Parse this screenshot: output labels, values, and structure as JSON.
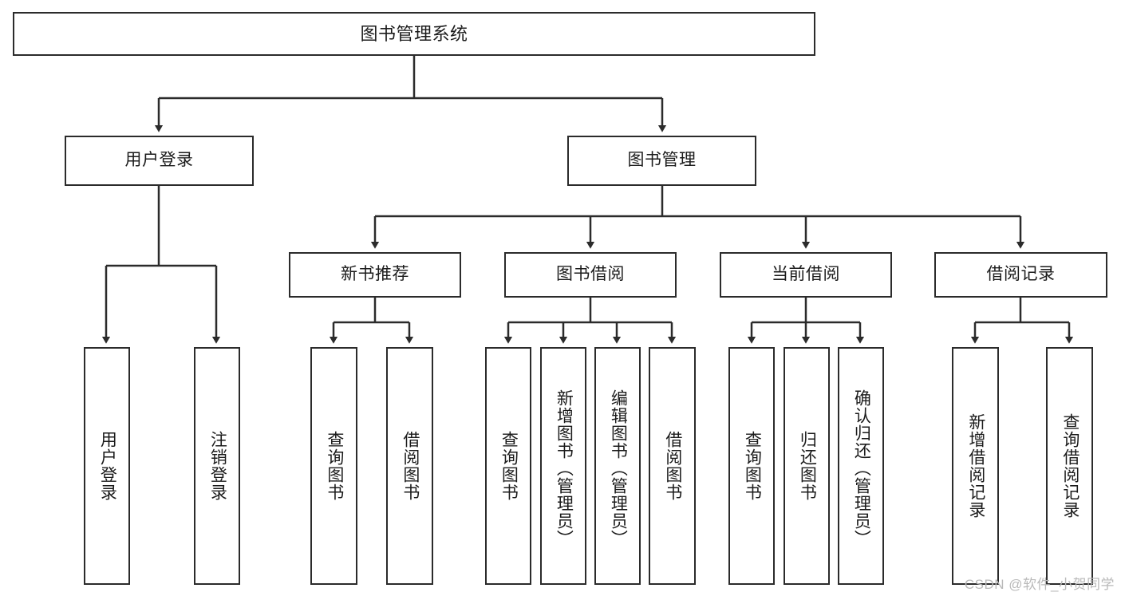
{
  "diagram": {
    "title": "图书管理系统",
    "type": "hierarchy-tree",
    "watermark": "CSDN @软件_小贺同学",
    "colors": {
      "stroke": "#2b2b2b",
      "fill": "#ffffff",
      "text": "#1b1b1b",
      "watermark": "#b9b9b9"
    },
    "nodes": {
      "root": {
        "label": "图书管理系统"
      },
      "level1": [
        {
          "label": "用户登录"
        },
        {
          "label": "图书管理"
        }
      ],
      "level2": [
        {
          "label": "新书推荐"
        },
        {
          "label": "图书借阅"
        },
        {
          "label": "当前借阅"
        },
        {
          "label": "借阅记录"
        }
      ],
      "leaves": {
        "user_login": [
          {
            "label": "用户登录"
          },
          {
            "label": "注销登录"
          }
        ],
        "new_book_recommend": [
          {
            "label": "查询图书"
          },
          {
            "label": "借阅图书"
          }
        ],
        "book_borrow": [
          {
            "label": "查询图书"
          },
          {
            "label": "新增图书（管理员）"
          },
          {
            "label": "编辑图书（管理员）"
          },
          {
            "label": "借阅图书"
          }
        ],
        "current_borrow": [
          {
            "label": "查询图书"
          },
          {
            "label": "归还图书"
          },
          {
            "label": "确认归还（管理员）"
          }
        ],
        "borrow_record": [
          {
            "label": "新增借阅记录"
          },
          {
            "label": "查询借阅记录"
          }
        ]
      }
    },
    "edges": [
      {
        "from": "图书管理系统",
        "to": "用户登录"
      },
      {
        "from": "图书管理系统",
        "to": "图书管理"
      },
      {
        "from": "用户登录",
        "to": "用户登录"
      },
      {
        "from": "用户登录",
        "to": "注销登录"
      },
      {
        "from": "图书管理",
        "to": "新书推荐"
      },
      {
        "from": "图书管理",
        "to": "图书借阅"
      },
      {
        "from": "图书管理",
        "to": "当前借阅"
      },
      {
        "from": "图书管理",
        "to": "借阅记录"
      },
      {
        "from": "新书推荐",
        "to": "查询图书"
      },
      {
        "from": "新书推荐",
        "to": "借阅图书"
      },
      {
        "from": "图书借阅",
        "to": "查询图书"
      },
      {
        "from": "图书借阅",
        "to": "新增图书（管理员）"
      },
      {
        "from": "图书借阅",
        "to": "编辑图书（管理员）"
      },
      {
        "from": "图书借阅",
        "to": "借阅图书"
      },
      {
        "from": "当前借阅",
        "to": "查询图书"
      },
      {
        "from": "当前借阅",
        "to": "归还图书"
      },
      {
        "from": "当前借阅",
        "to": "确认归还（管理员）"
      },
      {
        "from": "借阅记录",
        "to": "新增借阅记录"
      },
      {
        "from": "借阅记录",
        "to": "查询借阅记录"
      }
    ]
  }
}
